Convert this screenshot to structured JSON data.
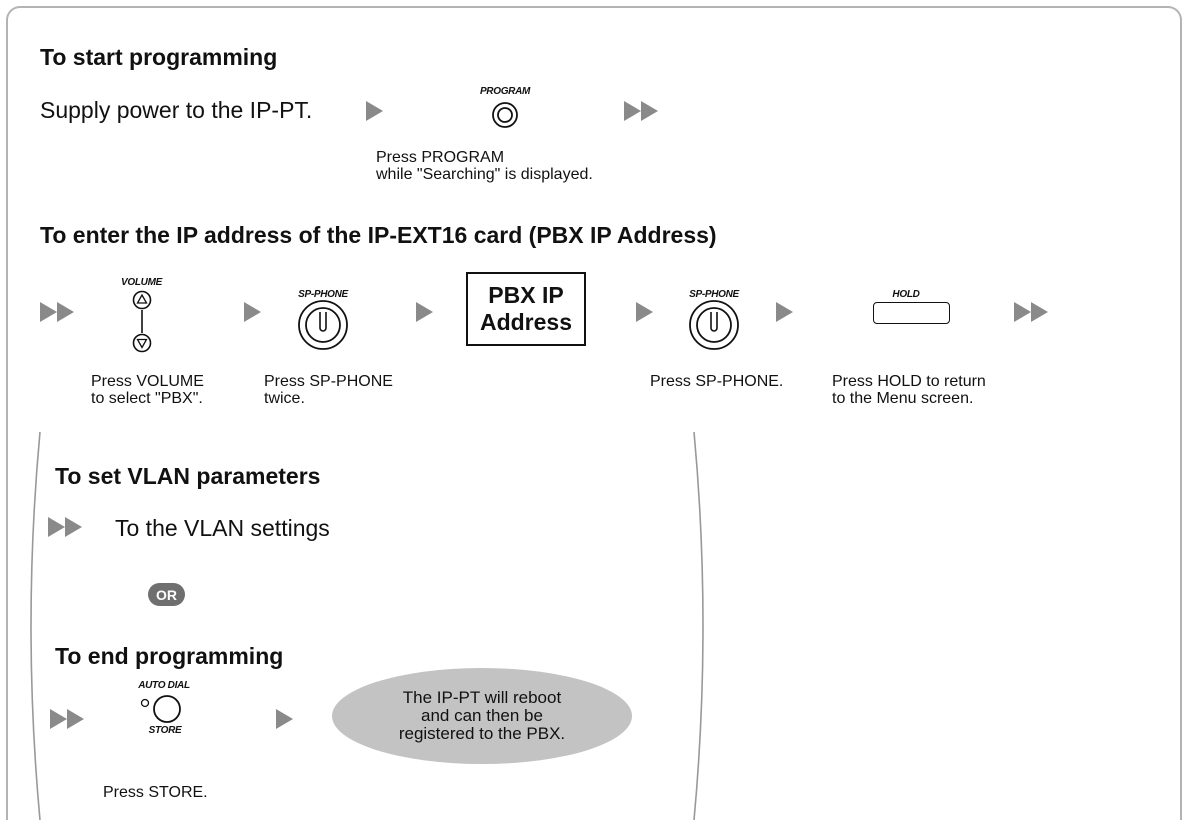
{
  "start": {
    "heading": "To start programming",
    "supply_text": "Supply power to the IP-PT.",
    "program_key_label": "PROGRAM",
    "caption_line1": "Press PROGRAM",
    "caption_line2": "while \"Searching\" is displayed."
  },
  "enter_ip": {
    "heading": "To enter the IP address of the IP-EXT16 card (PBX IP Address)",
    "volume_key_label": "VOLUME",
    "sp_phone_key_label": "SP-PHONE",
    "pbx_box_line1": "PBX IP",
    "pbx_box_line2": "Address",
    "hold_key_label": "HOLD",
    "caption_volume_line1": "Press VOLUME",
    "caption_volume_line2": "to select \"PBX\".",
    "caption_spphone_twice_line1": "Press SP-PHONE",
    "caption_spphone_twice_line2": "twice.",
    "caption_spphone": "Press SP-PHONE.",
    "caption_hold_line1": "Press HOLD to return",
    "caption_hold_line2": "to the Menu screen."
  },
  "vlan": {
    "heading": "To set VLAN parameters",
    "settings_text": "To the VLAN settings",
    "or_label": "OR"
  },
  "end": {
    "heading": "To end programming",
    "auto_dial_label": "AUTO DIAL",
    "store_label": "STORE",
    "ellipse_line1": "The IP-PT will reboot",
    "ellipse_line2": "and can then be",
    "ellipse_line3": "registered to the PBX.",
    "caption_store": "Press STORE."
  },
  "colors": {
    "arrow": "#8a8a8a",
    "ellipse_fill": "#c3c3c3",
    "or_badge": "#6f6f6f",
    "frame": "#b3b3b3"
  }
}
